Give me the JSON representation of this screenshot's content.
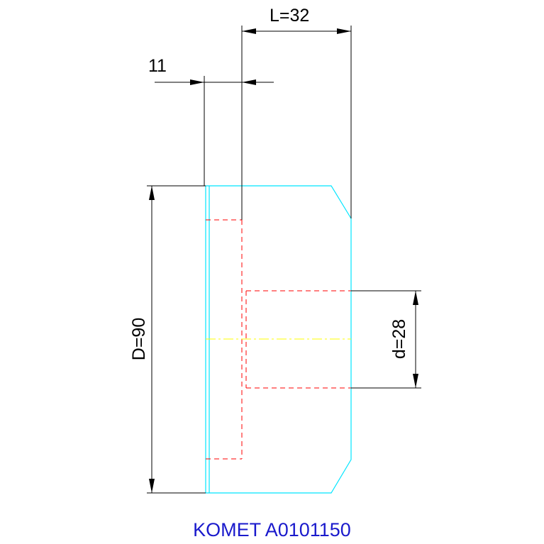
{
  "dimensions": {
    "length": "L=32",
    "step": "11",
    "outer_diameter": "D=90",
    "bore_diameter": "d=28"
  },
  "part_code": "KOMET A0101150",
  "colors": {
    "dimension_lines": "#000000",
    "part_outline": "#00e5ff",
    "hidden_lines": "#ff0000",
    "center_line": "#ffff00",
    "part_code": "#1a1acc"
  }
}
